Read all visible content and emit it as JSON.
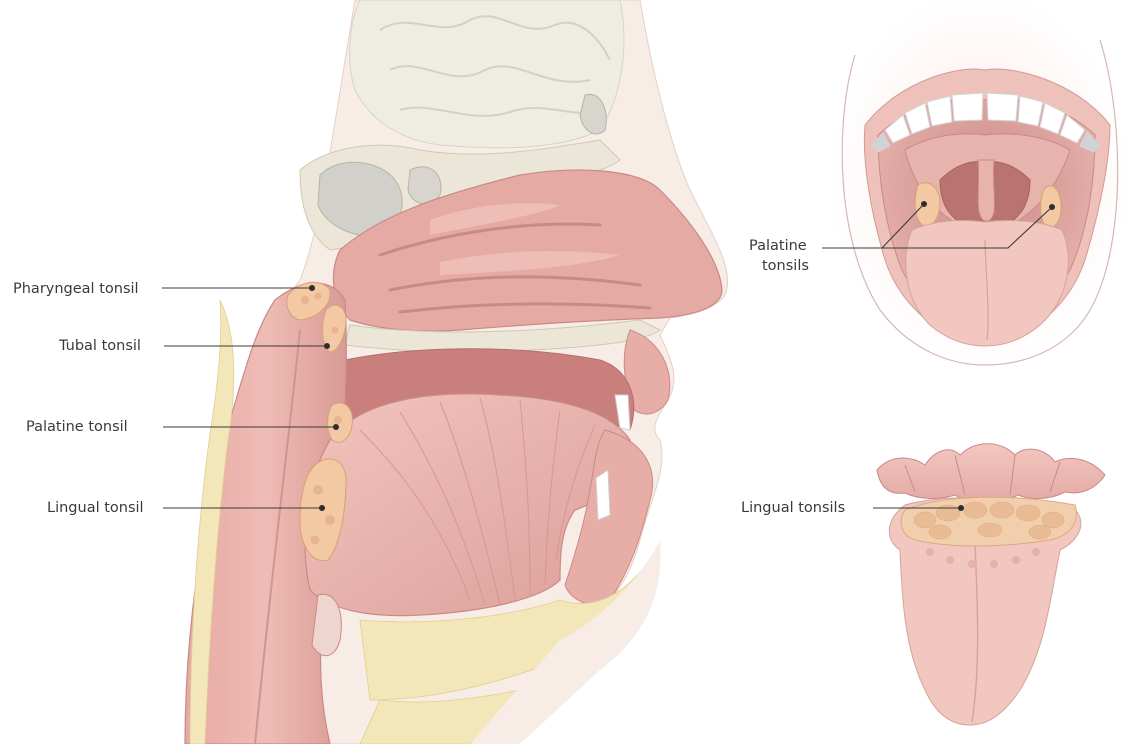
{
  "labels": {
    "pharyngeal_tonsil": "Pharyngeal tonsil",
    "tubal_tonsil": "Tubal tonsil",
    "palatine_tonsil": "Palatine tonsil",
    "lingual_tonsil": "Lingual tonsil",
    "palatine_tonsils_line1": "Palatine",
    "palatine_tonsils_line2": "tonsils",
    "lingual_tonsils": "Lingual tonsils"
  },
  "colors": {
    "mucosa": "#e9b3ad",
    "mucosa_dark": "#c98a86",
    "tissue_light": "#f6dcd6",
    "bone": "#e9e6dd",
    "fat": "#f3e6b8",
    "tonsil": "#f2c9a3",
    "teeth": "#ffffff",
    "text": "#3a3a3a"
  }
}
